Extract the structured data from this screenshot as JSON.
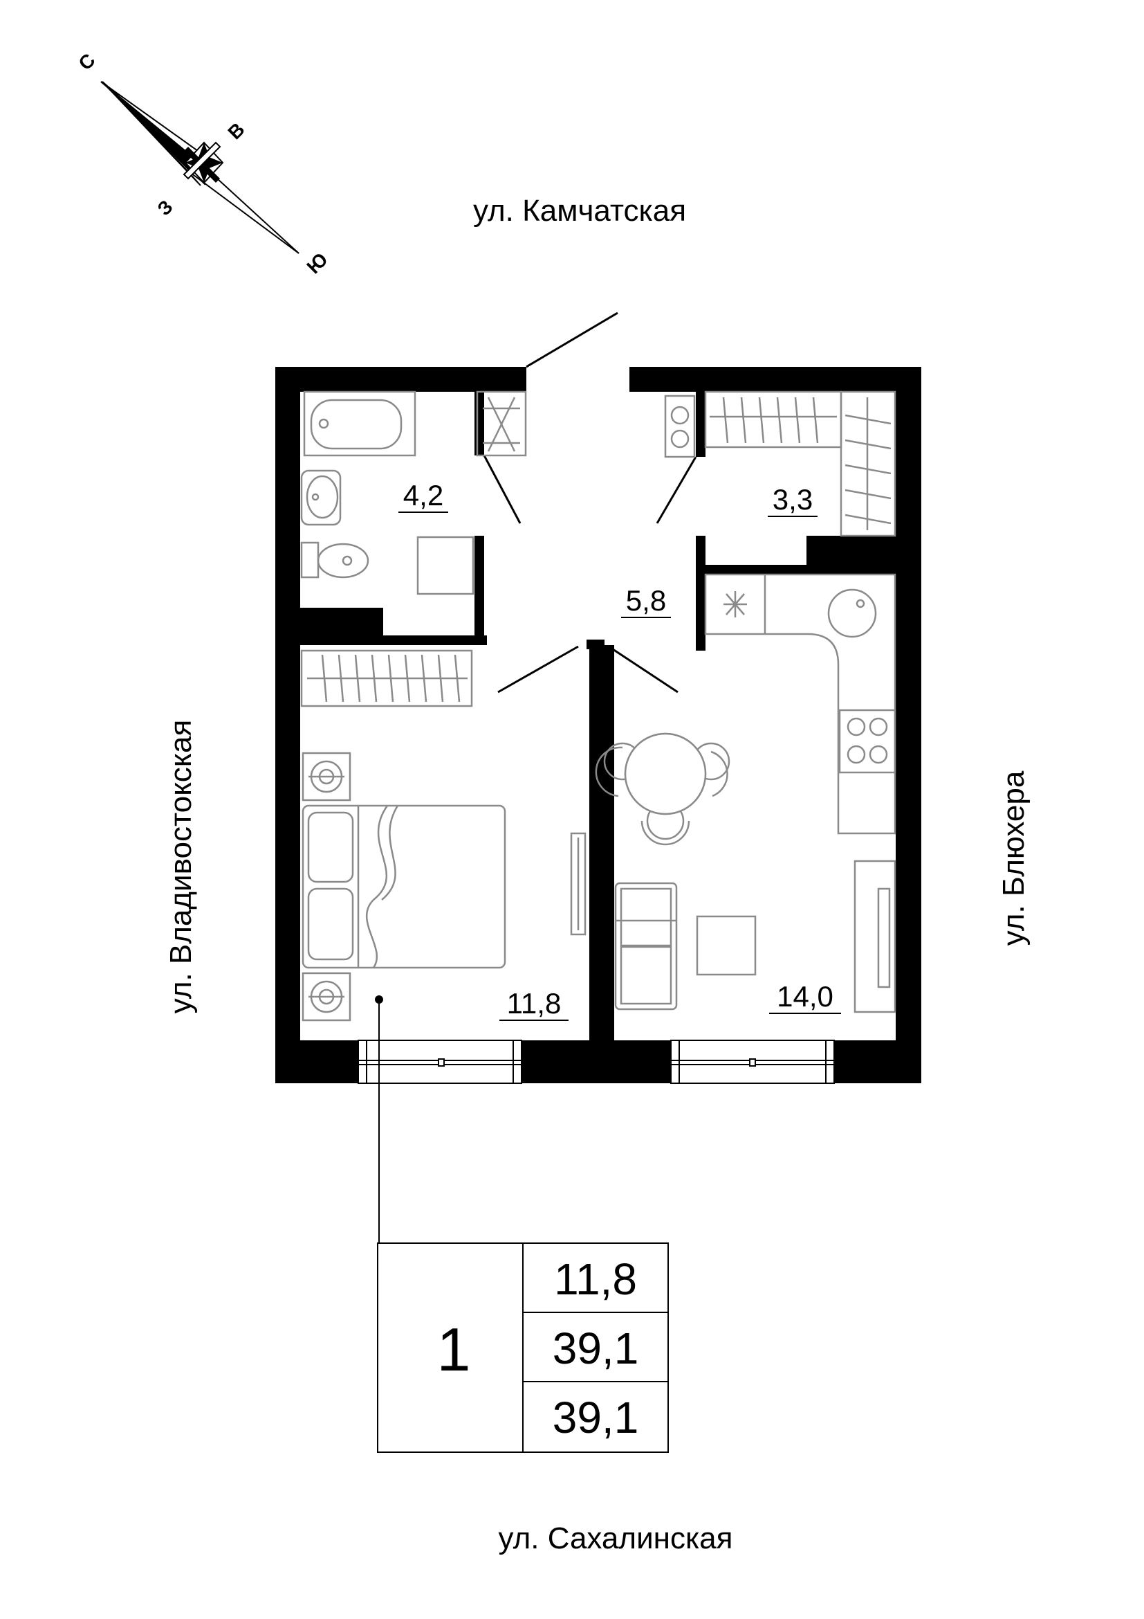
{
  "streets": {
    "north": "ул. Камчатская",
    "south": "ул. Сахалинская",
    "west": "ул. Владивостокская",
    "east": "ул. Блюхера"
  },
  "compass": {
    "north": "С",
    "east": "В",
    "south": "Ю",
    "west": "З"
  },
  "rooms": {
    "bathroom": "4,2",
    "storage": "3,3",
    "hall": "5,8",
    "bedroom": "11,8",
    "kitchen_living": "14,0"
  },
  "summary": {
    "rooms_count": "1",
    "living_area": "11,8",
    "total_area": "39,1",
    "total_area_with_balcony": "39,1"
  }
}
